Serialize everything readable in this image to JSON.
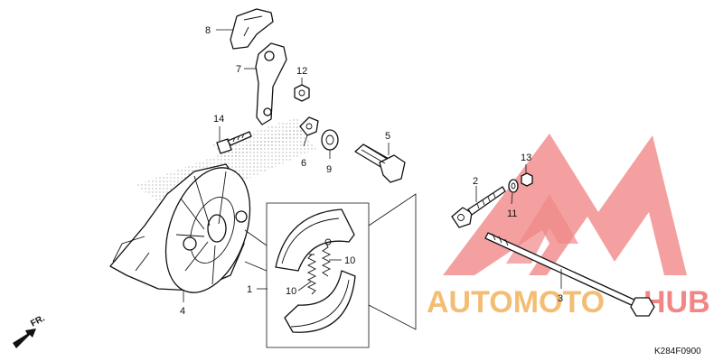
{
  "diagram": {
    "code": "K284F0900",
    "front_marker": "FR.",
    "callouts": {
      "p1": "1",
      "p2": "2",
      "p3": "3",
      "p4": "4",
      "p5": "5",
      "p6": "6",
      "p7": "7",
      "p8": "8",
      "p9": "9",
      "p10a": "10",
      "p10b": "10",
      "p11": "11",
      "p12": "12",
      "p13": "13",
      "p14": "14"
    }
  },
  "watermark": {
    "text_a": "AUTOMOTO",
    "text_b": "HUB",
    "color_red": "#f07a7a",
    "color_orange": "#f2b866"
  }
}
